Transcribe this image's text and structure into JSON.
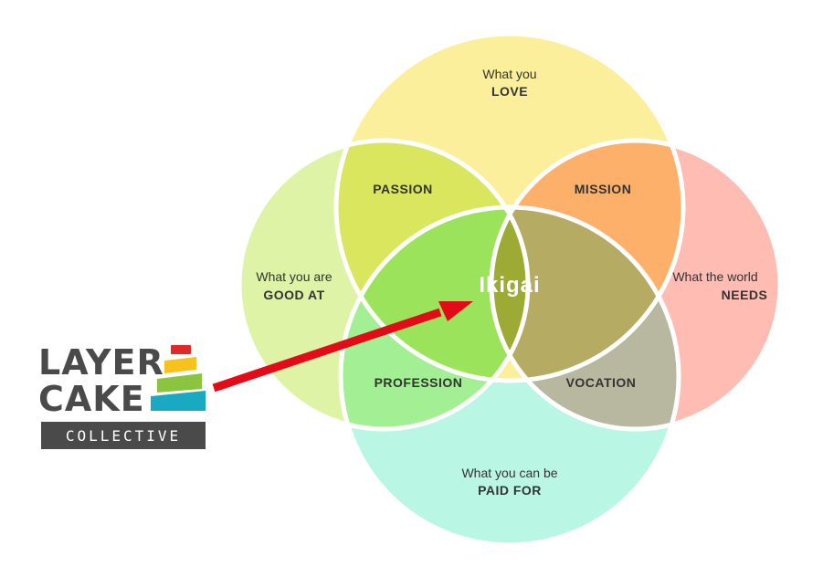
{
  "circles": {
    "love": {
      "line1": "What you",
      "line2": "LOVE",
      "color": "#fbef9b"
    },
    "good_at": {
      "line1": "What you are",
      "line2": "GOOD AT",
      "color": "#dff3a6"
    },
    "needs": {
      "line1": "What the world",
      "line2": "NEEDS",
      "color": "#ffbcb3"
    },
    "paid_for": {
      "line1": "What you can be",
      "line2": "PAID FOR",
      "color": "#b9f6e3"
    }
  },
  "regions": {
    "passion": {
      "label": "PASSION",
      "color": "#d9e65e"
    },
    "mission": {
      "label": "MISSION",
      "color": "#fdb06a"
    },
    "profession": {
      "label": "PROFESSION",
      "color": "#a3ef93"
    },
    "vocation": {
      "label": "VOCATION",
      "color": "#b8b8a0"
    },
    "center": {
      "label": "Ikigai",
      "color": "#9daa34"
    }
  },
  "logo": {
    "line1": "LAYER",
    "line2": "CAKE",
    "line3": "COLLECTIVE",
    "colors": {
      "red": "#e02a2a",
      "yellow": "#f7c21b",
      "green": "#8bc53f",
      "teal": "#1aa9c2",
      "dark": "#4a4a4a"
    }
  },
  "arrow_color": "#e30b17"
}
